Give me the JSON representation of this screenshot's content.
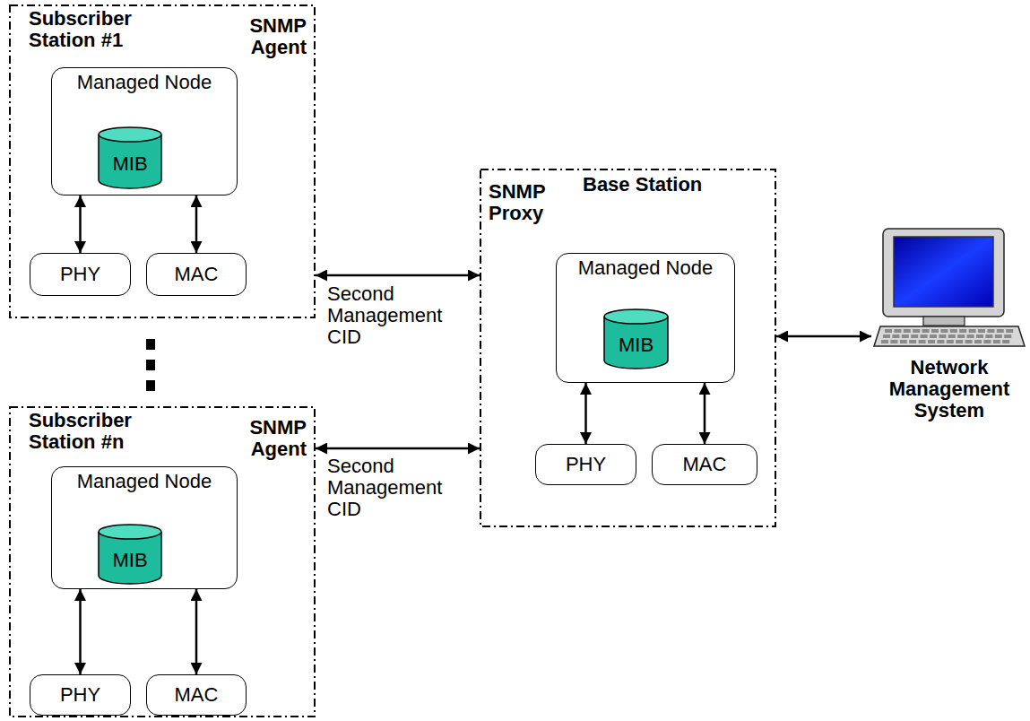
{
  "diagram": {
    "nodes": [
      {
        "text": [
          "Subscriber Station #1",
          "SNMP Agent"
        ]
      },
      {
        "text": [
          "Managed Node"
        ],
        "in": 0
      },
      {
        "text": [
          "MIB"
        ],
        "in": 1
      },
      {
        "text": [
          "PHY"
        ],
        "in": 0
      },
      {
        "text": [
          "MAC"
        ],
        "in": 0
      },
      {
        "text": [
          "Subscriber Station #n",
          "SNMP Agent"
        ]
      },
      {
        "text": [
          "Managed Node"
        ],
        "in": 5
      },
      {
        "text": [
          "MIB"
        ],
        "in": 6
      },
      {
        "text": [
          "PHY"
        ],
        "in": 5
      },
      {
        "text": [
          "MAC"
        ],
        "in": 5
      },
      {
        "text": [
          "Base Station",
          "SNMP Proxy"
        ]
      },
      {
        "text": [
          "Managed Node"
        ],
        "in": 10
      },
      {
        "text": [
          "MIB"
        ],
        "in": 11
      },
      {
        "text": [
          "PHY"
        ],
        "in": 10
      },
      {
        "text": [
          "MAC"
        ],
        "in": 10
      },
      {
        "text": [
          "Network Management System"
        ]
      }
    ],
    "edges": [
      {
        "from": 1,
        "to": 3,
        "arrow": "both"
      },
      {
        "from": 1,
        "to": 4,
        "arrow": "both"
      },
      {
        "from": 6,
        "to": 8,
        "arrow": "both"
      },
      {
        "from": 6,
        "to": 9,
        "arrow": "both"
      },
      {
        "from": 11,
        "to": 13,
        "arrow": "both"
      },
      {
        "from": 11,
        "to": 14,
        "arrow": "both"
      },
      {
        "from": 0,
        "to": 10,
        "label": "Second Management CID",
        "arrow": "both"
      },
      {
        "from": 5,
        "to": 10,
        "label": "Second Management CID",
        "arrow": "both"
      },
      {
        "from": 10,
        "to": 15,
        "arrow": "both"
      }
    ]
  }
}
